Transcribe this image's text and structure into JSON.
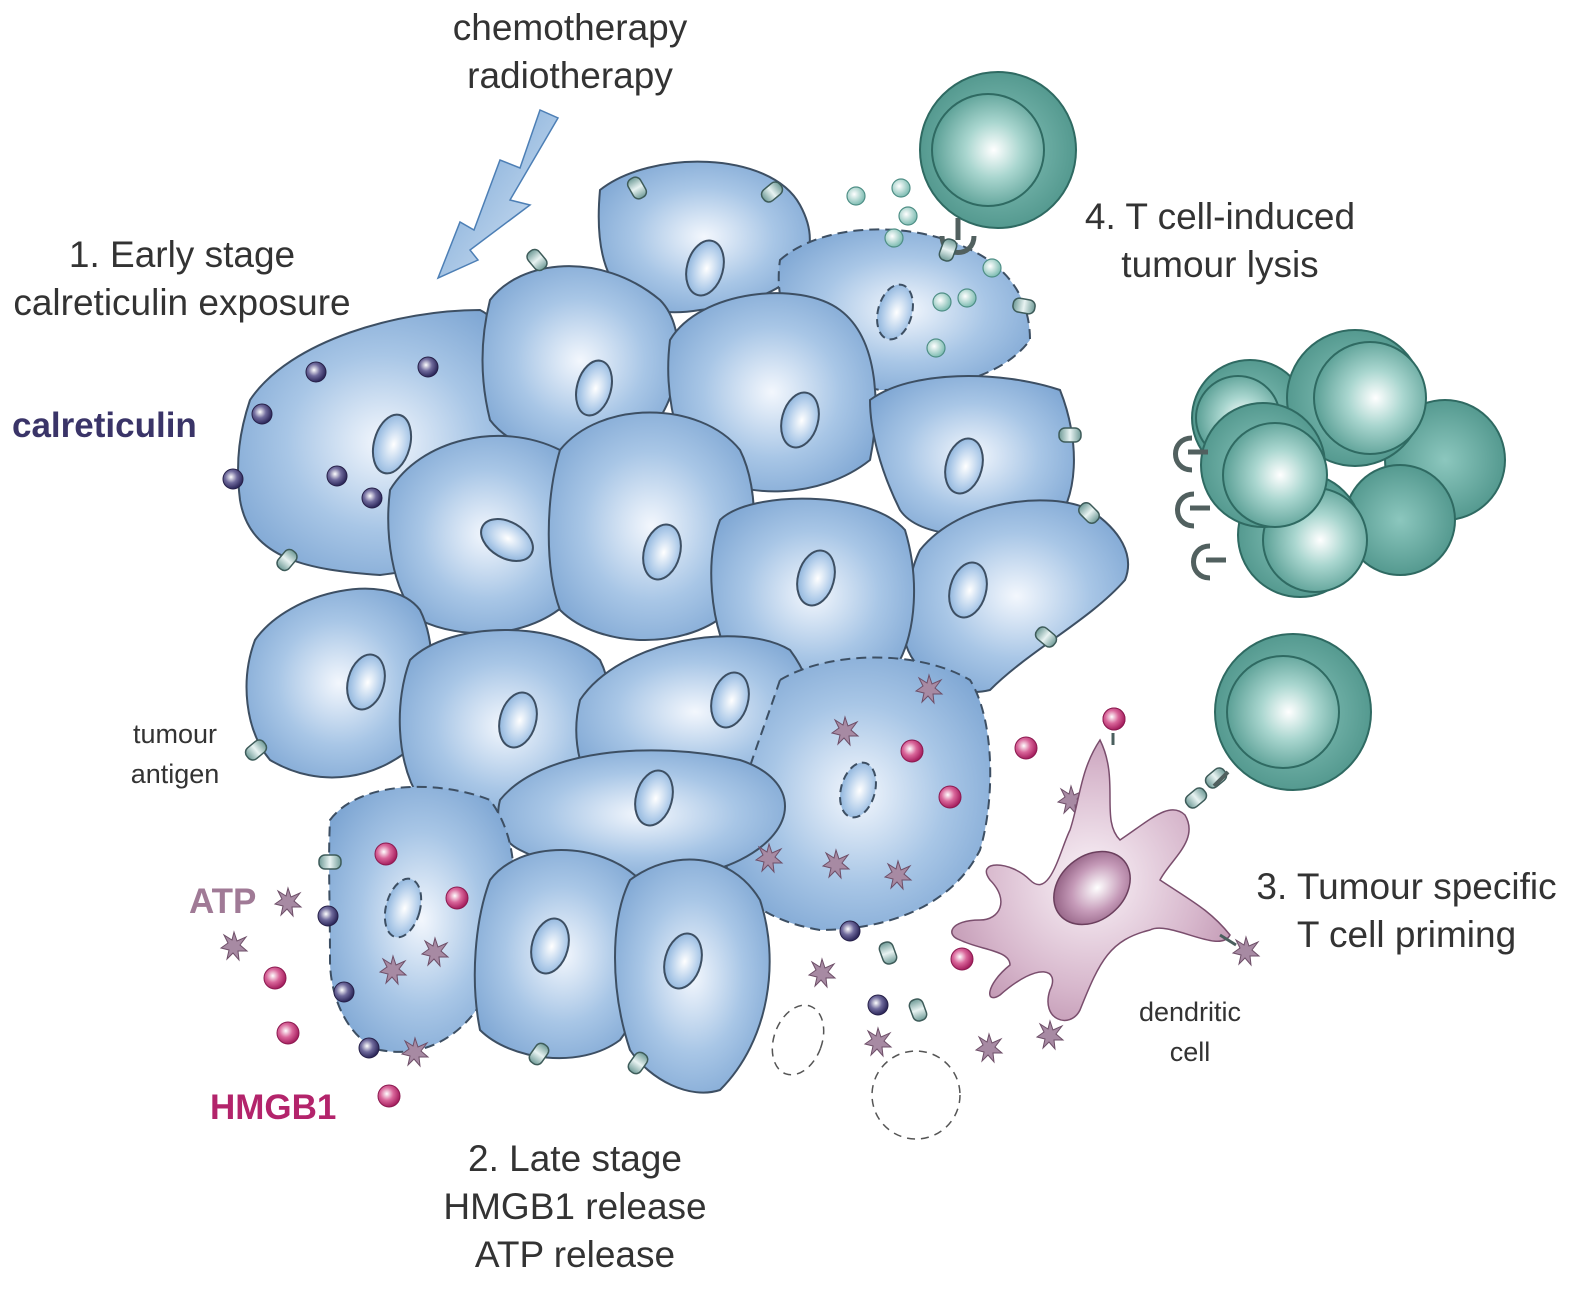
{
  "labels": {
    "trigger_line1": "chemotherapy",
    "trigger_line2": "radiotherapy",
    "stage1_line1": "1. Early stage",
    "stage1_line2": "calreticulin exposure",
    "stage2_line1": "2. Late stage",
    "stage2_line2": "HMGB1 release",
    "stage2_line3": "ATP release",
    "stage3_line1": "3. Tumour specific",
    "stage3_line2": "T cell priming",
    "stage4_line1": "4. T cell-induced",
    "stage4_line2": "tumour lysis",
    "calreticulin": "calreticulin",
    "atp": "ATP",
    "hmgb1": "HMGB1",
    "tumour_antigen_line1": "tumour",
    "tumour_antigen_line2": "antigen",
    "dendritic_line1": "dendritic",
    "dendritic_line2": "cell"
  },
  "colors": {
    "calreticulin": "#3a3468",
    "atp": "#a07a96",
    "hmgb1": "#b3246b",
    "tumour_cell": "#7fa8d4",
    "t_cell": "#5fa89d",
    "dendritic_cell": "#b98aa8"
  }
}
